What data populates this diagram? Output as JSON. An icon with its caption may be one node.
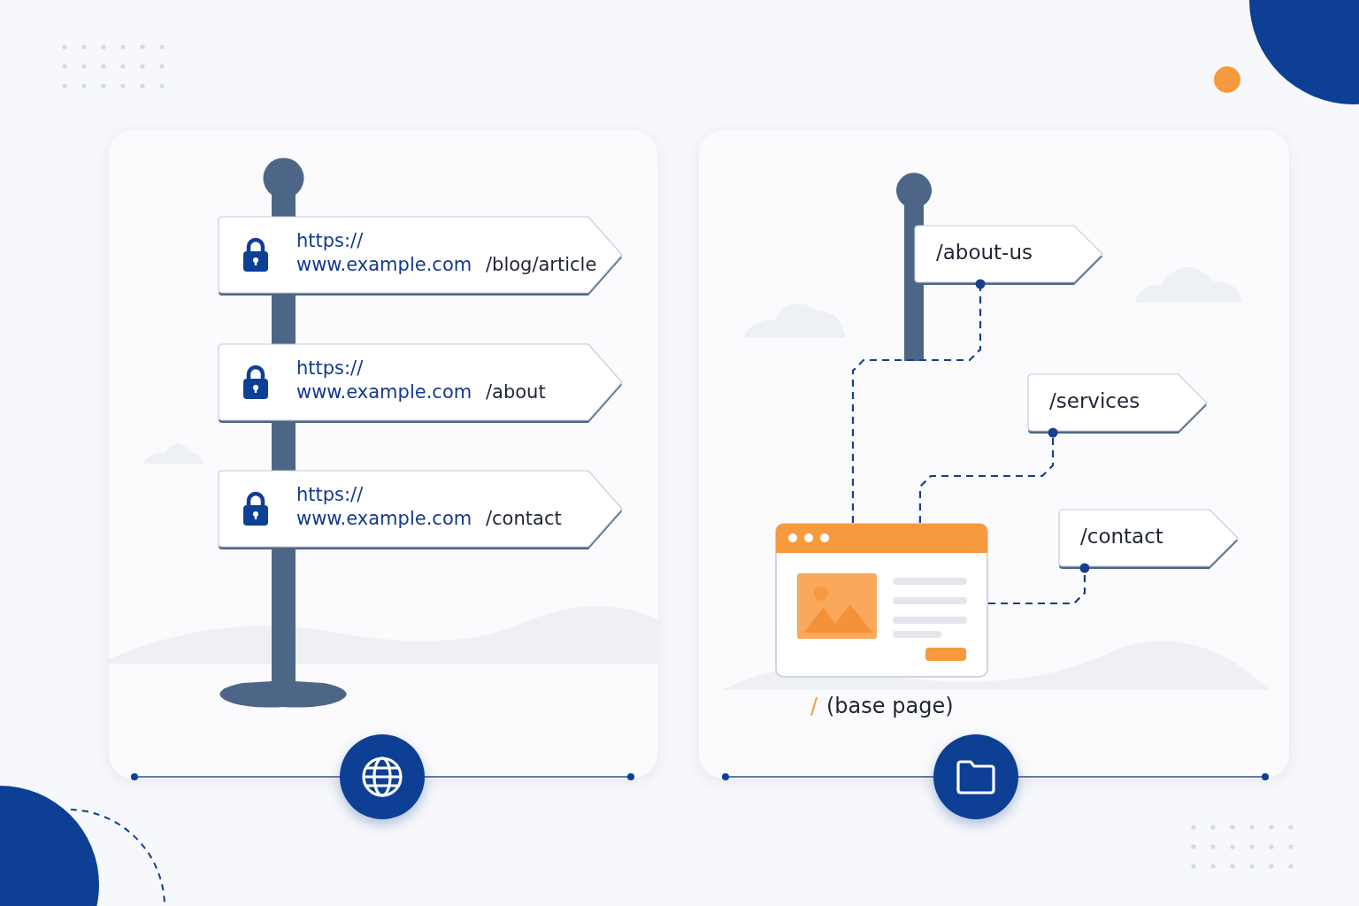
{
  "diagram": {
    "nodes": [
      {
        "text": [
          "https:// www.example.com",
          "/blog/article"
        ]
      },
      {
        "text": [
          "https:// www.example.com",
          "/about"
        ]
      },
      {
        "text": [
          "https:// www.example.com",
          "/contact"
        ]
      },
      {
        "text": [
          "/about-us"
        ]
      },
      {
        "text": [
          "/services"
        ]
      },
      {
        "text": [
          "/contact"
        ]
      },
      {
        "text": [],
        "shape": "picture",
        "beside": [
          "/",
          "(base page)"
        ]
      }
    ],
    "edges": [
      {
        "from": 6,
        "to": 3,
        "arrow": "other",
        "style": "dashed"
      },
      {
        "from": 6,
        "to": 4,
        "arrow": "other",
        "style": "dashed"
      },
      {
        "from": 6,
        "to": 5,
        "arrow": "other",
        "style": "dashed"
      }
    ]
  }
}
